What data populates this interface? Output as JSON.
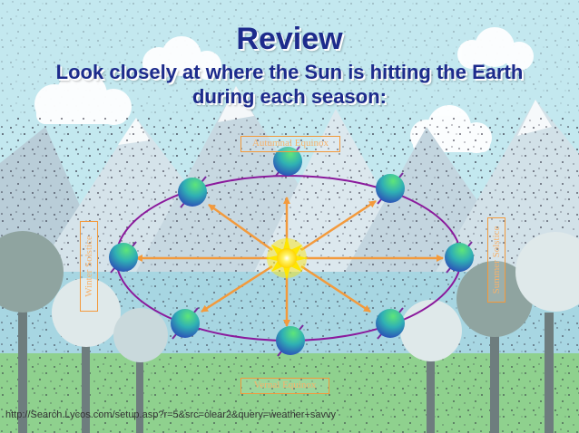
{
  "title": "Review",
  "subtitle": "Look closely at where the Sun is hitting the Earth during each season:",
  "labels": {
    "top": "Autumnal Equinox",
    "bottom": "Vernal Equinox",
    "left": "Winter Solstice",
    "right": "Summer Solstice"
  },
  "source_url": "http://Search.Lycos.com/setup.asp?r=5&src=clear2&query=weather+savvy",
  "colors": {
    "title": "#1d2b8c",
    "orbit": "#8b1a9c",
    "arrow": "#f39a3c",
    "sun": "#ffe600",
    "earth_light": "#56e07a",
    "earth_dark": "#2b3fb8",
    "axis": "#7a2b9c"
  }
}
